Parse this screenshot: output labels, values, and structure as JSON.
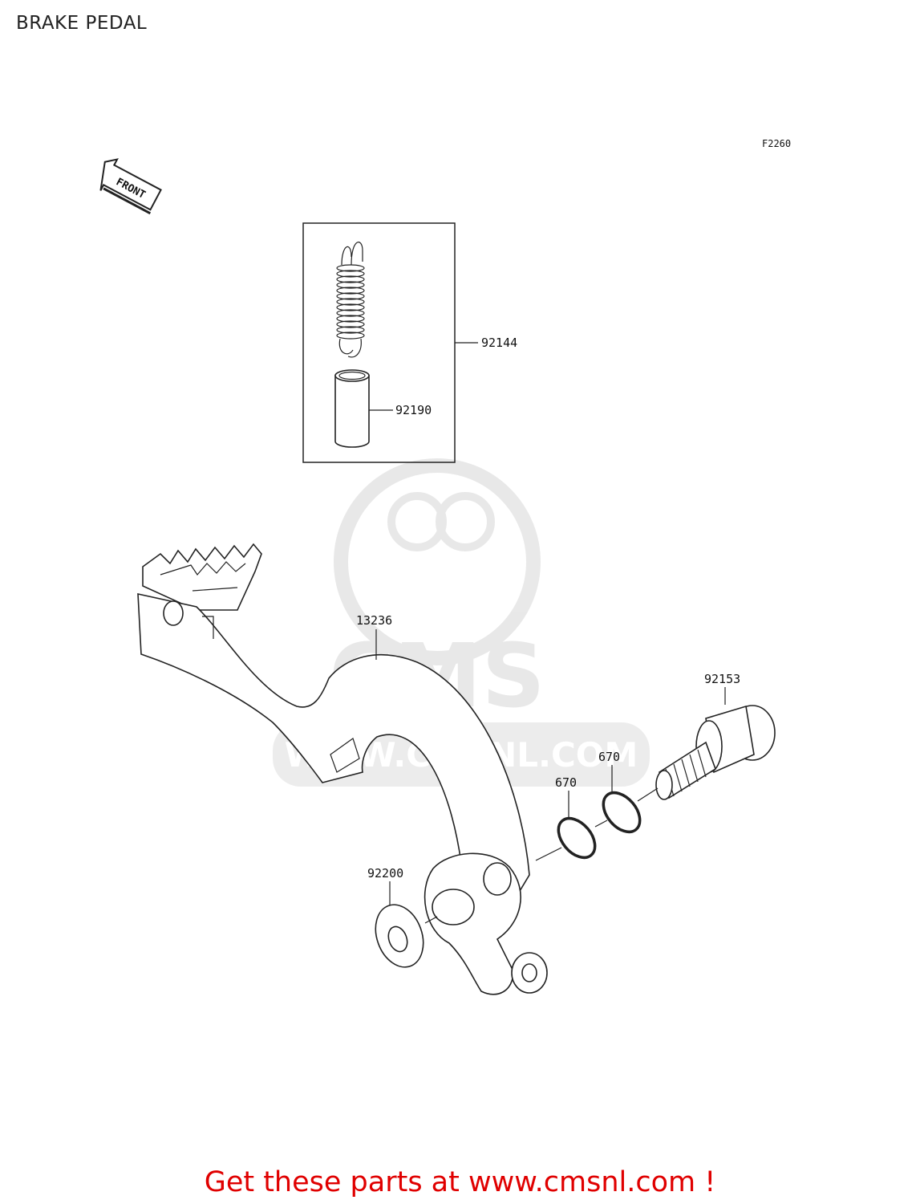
{
  "header": {
    "title": "BRAKE PEDAL"
  },
  "figure_code": "F2260",
  "front_arrow": {
    "label": "FRONT"
  },
  "parts": [
    {
      "number": "92144"
    },
    {
      "number": "92190"
    },
    {
      "number": "13236"
    },
    {
      "number": "92153"
    },
    {
      "number": "670"
    },
    {
      "number": "670"
    },
    {
      "number": "92200"
    }
  ],
  "watermark": {
    "logo_text": "CMS",
    "url_text": "WWW.CMSNL.COM"
  },
  "footer": {
    "link_text": "Get these parts at www.cmsnl.com !",
    "link_color": "#e00000"
  }
}
